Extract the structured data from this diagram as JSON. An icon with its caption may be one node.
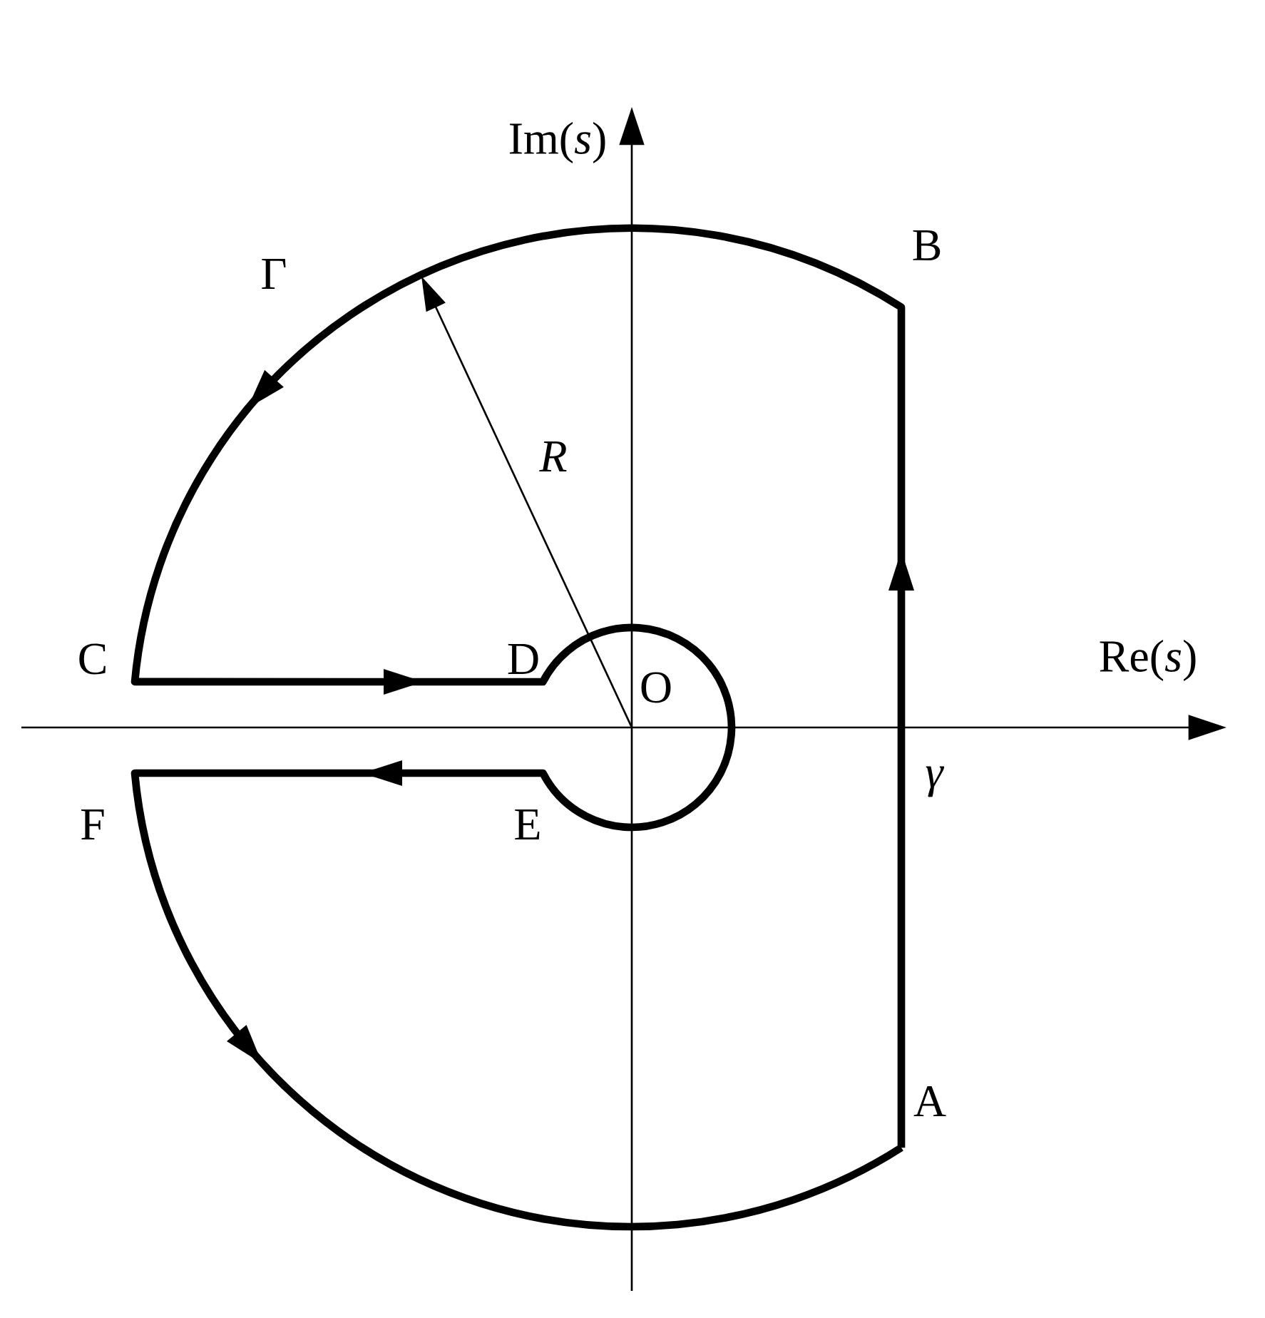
{
  "diagram": {
    "labels": [
      "Im(*s*)",
      "B",
      "Γ",
      "R",
      "C",
      "D",
      "Re(*s*)",
      "O",
      "F",
      "E",
      "γ",
      "A"
    ]
  }
}
